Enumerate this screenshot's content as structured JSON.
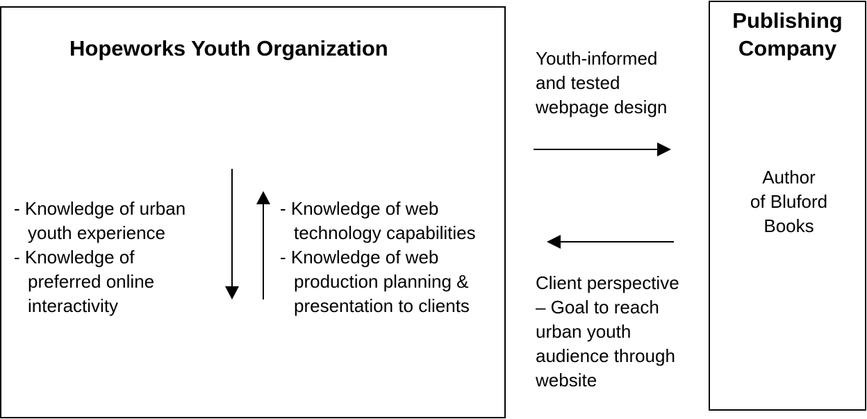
{
  "left_box": {
    "title": "Hopeworks Youth Organization",
    "youth_knowledge": [
      "- Knowledge of urban",
      "youth experience",
      "- Knowledge of",
      "preferred online",
      "interactivity"
    ],
    "web_knowledge": [
      "- Knowledge of web",
      "technology capabilities",
      "- Knowledge of web",
      "production planning &",
      "presentation to clients"
    ]
  },
  "right_box": {
    "title_lines": [
      "Publishing",
      "Company"
    ],
    "author_lines": [
      "Author",
      "of Bluford",
      "Books"
    ]
  },
  "flows": {
    "to_company": [
      "Youth-informed",
      "and tested",
      "webpage design"
    ],
    "to_hopeworks": [
      "Client perspective",
      "– Goal to reach",
      "urban youth",
      "audience through",
      "website"
    ]
  }
}
